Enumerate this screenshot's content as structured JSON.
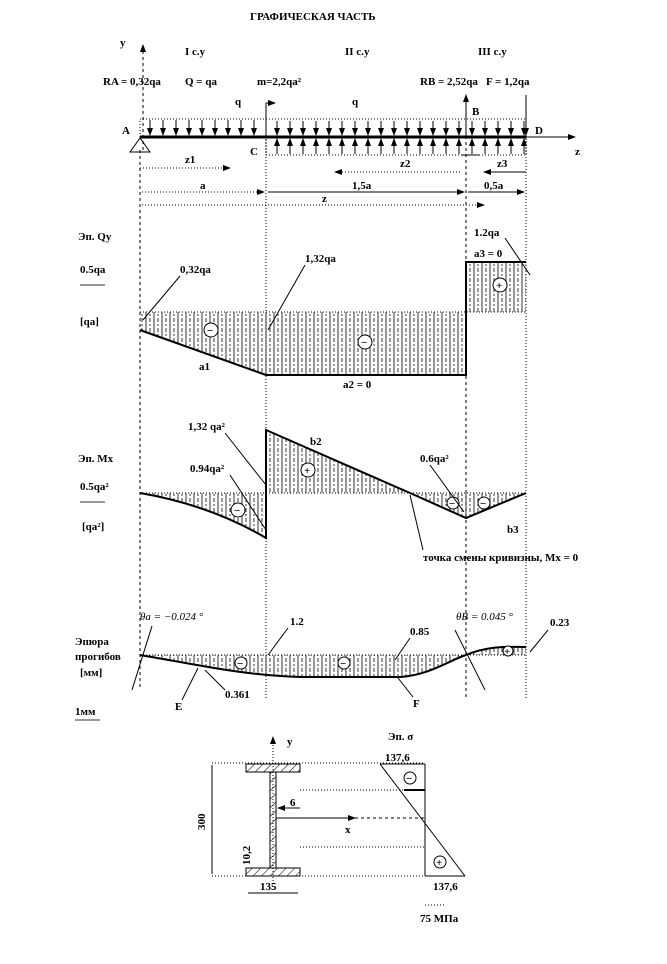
{
  "title": "ГРАФИЧЕСКАЯ  ЧАСТЬ",
  "beam": {
    "axis_y": "y",
    "axis_z": "z",
    "sections": [
      "I с.у",
      "II с.у",
      "III с.у"
    ],
    "loads": {
      "ra": "RA = 0,32qa",
      "q_res": "Q = qa",
      "m": "m=2,2qa²",
      "rb": "RB = 2,52qa",
      "f": "F = 1,2qa"
    },
    "q1": "q",
    "q2": "q",
    "points": {
      "a": "A",
      "b": "B",
      "c": "C",
      "d": "D"
    },
    "coords": {
      "z1": "z1",
      "z2": "z2",
      "z3": "z3"
    },
    "dims": {
      "a": "a",
      "mid": "1,5a",
      "right": "0,5a",
      "z": "z"
    }
  },
  "qy": {
    "title": "Эп. Qy",
    "scale": "0.5qa",
    "unit": "[qa]",
    "labels": {
      "v1": "0,32qa",
      "v2": "1,32qa",
      "v3": "1.2qa",
      "a1": "a1",
      "a2": "a2 = 0",
      "a3": "a3 = 0"
    },
    "signs": [
      "−",
      "−",
      "+"
    ]
  },
  "mx": {
    "title": "Эп. Mx",
    "scale": "0.5qa²",
    "unit": "[qa²]",
    "labels": {
      "v1": "1,32 qa²",
      "v2": "0.94qa²",
      "v3": "0.6qa²",
      "b2": "b2",
      "b3": "b3",
      "note": "точка смены кривизны, Mx = 0"
    },
    "signs": [
      "−",
      "+",
      "−",
      "−"
    ]
  },
  "deflection": {
    "title1": "Эпюра",
    "title2": "прогибов",
    "unit": "[мм]",
    "scale": "1мм",
    "theta_a": "θa = −0.024 °",
    "theta_b": "θB = 0.045 °",
    "labels": {
      "v1": "1.2",
      "v2": "0.85",
      "v3": "0.23",
      "v4": "0.361",
      "e": "E",
      "f": "F"
    },
    "signs": [
      "−",
      "−",
      "+"
    ]
  },
  "section": {
    "axis_y": "y",
    "axis_x": "x",
    "height": "300",
    "width": "135",
    "web": "6",
    "flange": "10,2",
    "stress_title": "Эп. σ",
    "stress_top": "137,6",
    "stress_bottom": "137,6",
    "stress_scale": "75 МПа",
    "signs": [
      "−",
      "+"
    ]
  }
}
